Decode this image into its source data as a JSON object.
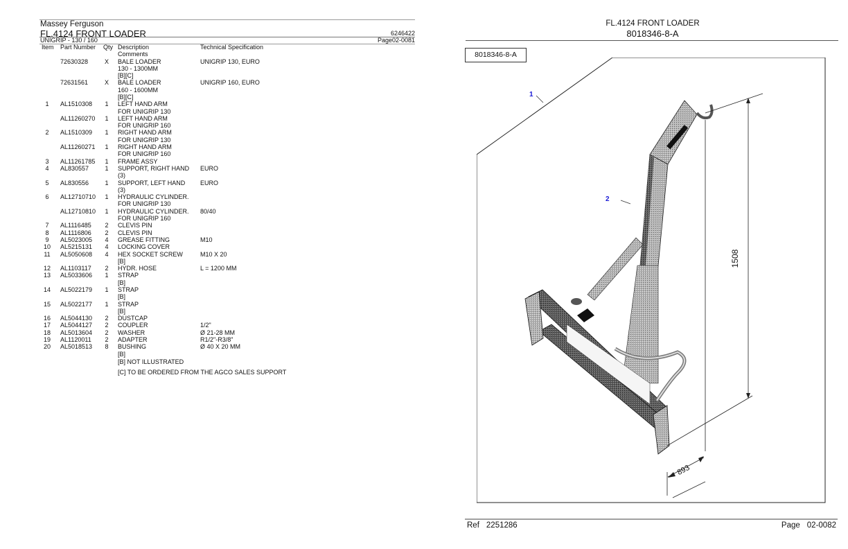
{
  "left_page": {
    "brand": "Massey Ferguson",
    "title": "FL.4124 FRONT LOADER",
    "doc_number": "6246422",
    "subtitle": "UNIGRIP - 130 / 160",
    "page": "Page02-0081",
    "columns": {
      "item": "Item",
      "part_number": "Part Number",
      "qty": "Qty",
      "description": "Description",
      "comments": "Comments",
      "technical_spec": "Technical Specification"
    },
    "rows": [
      {
        "item": "",
        "part": "72630328",
        "qty": "X",
        "desc": [
          "BALE LOADER",
          "130 - 1300MM",
          "[B][C]"
        ],
        "spec": "UNIGRIP 130, EURO"
      },
      {
        "item": "",
        "part": "72631561",
        "qty": "X",
        "desc": [
          "BALE LOADER",
          "160 - 1600MM",
          "[B][C]"
        ],
        "spec": "UNIGRIP 160, EURO"
      },
      {
        "item": "1",
        "part": "AL1510308",
        "qty": "1",
        "desc": [
          "LEFT HAND ARM",
          "FOR UNIGRIP 130"
        ],
        "spec": ""
      },
      {
        "item": "",
        "part": "AL11260270",
        "qty": "1",
        "desc": [
          "LEFT HAND ARM",
          "FOR UNIGRIP 160"
        ],
        "spec": ""
      },
      {
        "item": "2",
        "part": "AL1510309",
        "qty": "1",
        "desc": [
          "RIGHT HAND ARM",
          "FOR UNIGRIP 130"
        ],
        "spec": ""
      },
      {
        "item": "",
        "part": "AL11260271",
        "qty": "1",
        "desc": [
          "RIGHT HAND ARM",
          "FOR UNIGRIP 160"
        ],
        "spec": ""
      },
      {
        "item": "3",
        "part": "AL11261785",
        "qty": "1",
        "desc": [
          "FRAME ASSY"
        ],
        "spec": ""
      },
      {
        "item": "4",
        "part": "AL830557",
        "qty": "1",
        "desc": [
          "SUPPORT, RIGHT HAND",
          "(3)"
        ],
        "spec": "EURO"
      },
      {
        "item": "5",
        "part": "AL830556",
        "qty": "1",
        "desc": [
          "SUPPORT, LEFT HAND",
          "(3)"
        ],
        "spec": "EURO"
      },
      {
        "item": "6",
        "part": "AL12710710",
        "qty": "1",
        "desc": [
          "HYDRAULIC CYLINDER.",
          "FOR UNIGRIP 130"
        ],
        "spec": ""
      },
      {
        "item": "",
        "part": "AL12710810",
        "qty": "1",
        "desc": [
          "HYDRAULIC CYLINDER.",
          "FOR UNIGRIP 160"
        ],
        "spec": "80/40"
      },
      {
        "item": "7",
        "part": "AL1116485",
        "qty": "2",
        "desc": [
          "CLEVIS PIN"
        ],
        "spec": ""
      },
      {
        "item": "8",
        "part": "AL1116806",
        "qty": "2",
        "desc": [
          "CLEVIS PIN"
        ],
        "spec": ""
      },
      {
        "item": "9",
        "part": "AL5023005",
        "qty": "4",
        "desc": [
          "GREASE FITTING"
        ],
        "spec": "M10"
      },
      {
        "item": "10",
        "part": "AL5215131",
        "qty": "4",
        "desc": [
          "LOCKING COVER"
        ],
        "spec": ""
      },
      {
        "item": "11",
        "part": "AL5050608",
        "qty": "4",
        "desc": [
          "HEX SOCKET SCREW",
          "[B]"
        ],
        "spec": "M10 X 20"
      },
      {
        "item": "12",
        "part": "AL1103117",
        "qty": "2",
        "desc": [
          "HYDR. HOSE"
        ],
        "spec": "L = 1200 MM"
      },
      {
        "item": "13",
        "part": "AL5033606",
        "qty": "1",
        "desc": [
          "STRAP",
          "[B]"
        ],
        "spec": ""
      },
      {
        "item": "14",
        "part": "AL5022179",
        "qty": "1",
        "desc": [
          "STRAP",
          "[B]"
        ],
        "spec": ""
      },
      {
        "item": "15",
        "part": "AL5022177",
        "qty": "1",
        "desc": [
          "STRAP",
          "[B]"
        ],
        "spec": ""
      },
      {
        "item": "16",
        "part": "AL5044130",
        "qty": "2",
        "desc": [
          "DUSTCAP"
        ],
        "spec": ""
      },
      {
        "item": "17",
        "part": "AL5044127",
        "qty": "2",
        "desc": [
          "COUPLER"
        ],
        "spec": "1/2\""
      },
      {
        "item": "18",
        "part": "AL5013604",
        "qty": "2",
        "desc": [
          "WASHER"
        ],
        "spec": "Ø 21-28 MM"
      },
      {
        "item": "19",
        "part": "AL1120011",
        "qty": "2",
        "desc": [
          "ADAPTER"
        ],
        "spec": "R1/2\"-R3/8\""
      },
      {
        "item": "20",
        "part": "AL5018513",
        "qty": "8",
        "desc": [
          "BUSHING",
          "[B]"
        ],
        "spec": "Ø 40 X 20 MM"
      }
    ],
    "notes": [
      "[B] NOT ILLUSTRATED",
      "[C] TO BE ORDERED FROM THE AGCO SALES SUPPORT"
    ]
  },
  "right_page": {
    "title": "FL.4124 FRONT LOADER",
    "subtitle": "8018346-8-A",
    "figure_label": "8018346-8-A",
    "callouts": [
      "1",
      "2"
    ],
    "dimensions": {
      "height": "1508",
      "width": "893"
    },
    "footer": {
      "ref_label": "Ref",
      "ref_value": "2251286",
      "page_label": "Page",
      "page_value": "02-0082"
    }
  },
  "colors": {
    "callout": "#1a1ad6",
    "rule": "#9a9a9a",
    "text": "#111111"
  }
}
